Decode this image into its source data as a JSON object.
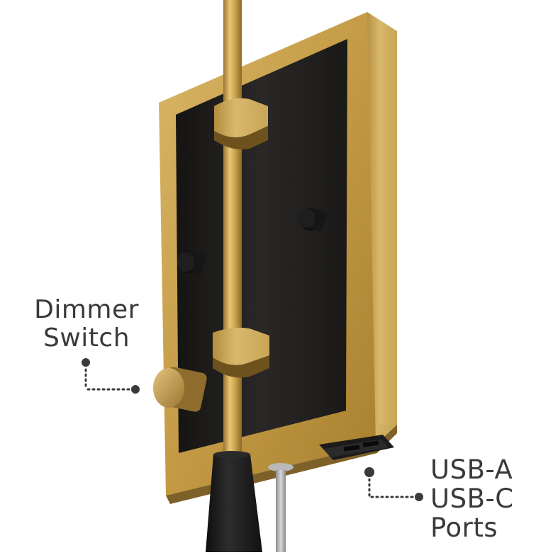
{
  "product": {
    "name": "wall-sconce-backplate",
    "finish_colors": {
      "brass": "#c9a24e",
      "brass_light": "#dfc07a",
      "brass_dark": "#8a6a2a",
      "black_plate": "#1c1b1a",
      "background": "#ffffff"
    }
  },
  "callouts": {
    "dimmer": {
      "lines": [
        "Dimmer",
        "Switch"
      ]
    },
    "usb": {
      "lines": [
        "USB-A",
        "USB-C",
        "Ports"
      ]
    },
    "text_color": "#3a3a3a",
    "line_color": "#3a3a3a"
  }
}
